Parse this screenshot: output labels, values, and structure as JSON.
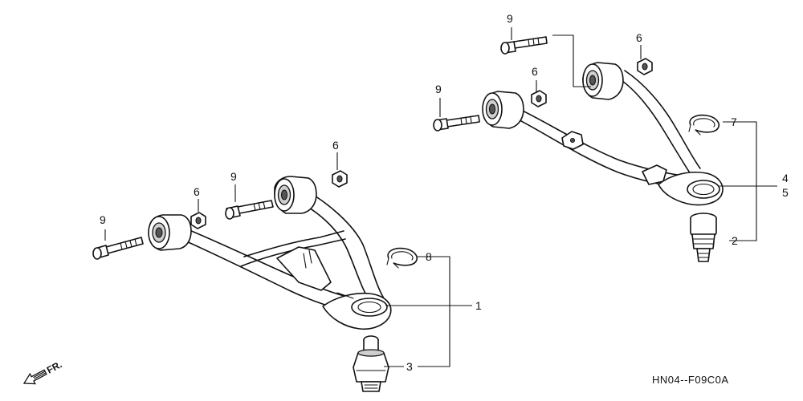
{
  "callouts": [
    {
      "id": "1",
      "label": "1"
    },
    {
      "id": "2",
      "label": "2"
    },
    {
      "id": "3",
      "label": "3"
    },
    {
      "id": "4",
      "label": "4"
    },
    {
      "id": "5",
      "label": "5"
    },
    {
      "id": "6a",
      "label": "6"
    },
    {
      "id": "6b",
      "label": "6"
    },
    {
      "id": "6c",
      "label": "6"
    },
    {
      "id": "6d",
      "label": "6"
    },
    {
      "id": "7",
      "label": "7"
    },
    {
      "id": "8",
      "label": "8"
    },
    {
      "id": "9a",
      "label": "9"
    },
    {
      "id": "9b",
      "label": "9"
    },
    {
      "id": "9c",
      "label": "9"
    },
    {
      "id": "9d",
      "label": "9"
    }
  ],
  "front_indicator": "FR.",
  "diagram_code": "HN04--F09C0A"
}
